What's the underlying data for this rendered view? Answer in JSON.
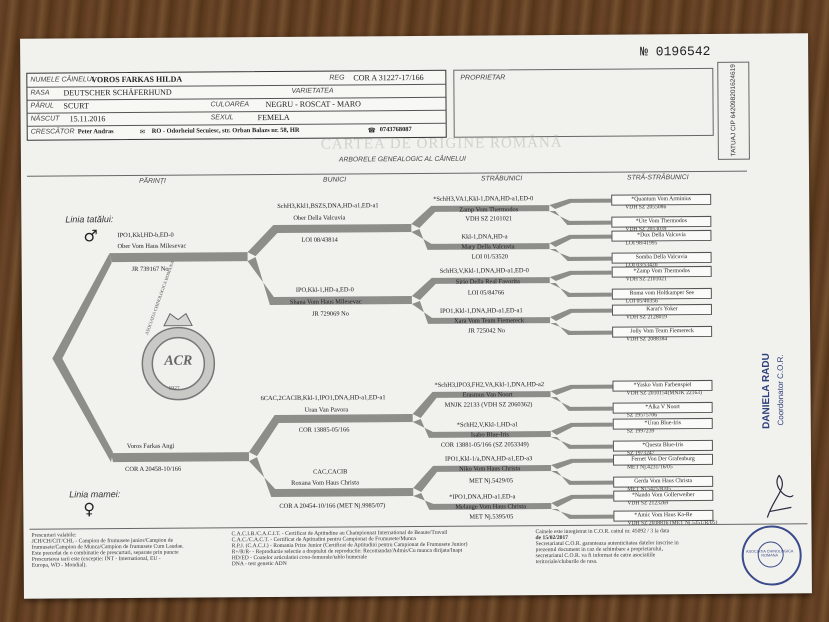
{
  "certificate": {
    "number_prefix": "№",
    "number": "0196542",
    "title": "CARTEA DE ORIGINE ROMÂNĂ",
    "subtitle": "ARBORELE GENEALOGIC AL CÂINELUI",
    "tatuaj_label": "TATUAJ",
    "tatuaj_value": "CIP 642098201624619"
  },
  "fields": {
    "name_label": "NUMELE CÂINELUI",
    "name": "VOROS FARKAS HILDA",
    "reg_label": "REG",
    "reg": "COR A 31227-17/166",
    "rasa_label": "RASA",
    "rasa": "DEUTSCHER SCHÄFERHUND",
    "varietatea_label": "VARIETATEA",
    "parul_label": "PĂRUL",
    "parul": "SCURT",
    "culoarea_label": "CULOAREA",
    "culoarea": "NEGRU - ROSCAT - MARO",
    "nascut_label": "NĂSCUT",
    "nascut": "15.11.2016",
    "sexul_label": "SEXUL",
    "sexul": "FEMELA",
    "crescator_label": "CRESCĂTOR",
    "crescator": "Peter Andras",
    "crescator_address": "RO - Odorheiul Secuiesc, str. Orban Balazs nr. 58, HR",
    "crescator_phone": "0743768087",
    "proprietar_label": "PROPRIETAR"
  },
  "columns": {
    "parinti": "PĂRINȚI",
    "bunici": "BUNICI",
    "strabunici": "STRĂBUNICI",
    "stra_strabunici": "STRĂ-STRĂBUNICI"
  },
  "lines": {
    "tatal": "Linia tatălui:",
    "mamei": "Linia mamei:",
    "male_symbol": "♂",
    "female_symbol": "♀"
  },
  "pedigree": {
    "sire": {
      "titles": "IPO1,Kkl,HD-b,ED-0",
      "name": "Ober Vom Haus Milesevac",
      "reg": "JR 739167 No"
    },
    "dam": {
      "titles": "",
      "name": "Voros Farkas Angi",
      "reg": "COR A 20458-10/166"
    },
    "grandparents": [
      {
        "titles": "SchH3,Kkl1,BSZS,DNA,HD-a1,ED-a1",
        "name": "Ober Della Valcuvia",
        "reg": "LOI 08/43814"
      },
      {
        "titles": "IPO,Kkl-1,HD-a,ED-0",
        "name": "Shana Vom Haus Milesevac",
        "reg": "JR 729069 No"
      },
      {
        "titles": "6CAC,2CACIB,Kkl-1,IPO1,DNA,HD-a1,ED-a1",
        "name": "Uran Van Pavora",
        "reg": "COR 13885-05/166"
      },
      {
        "titles": "CAC,CACIB",
        "name": "Roxana Vom Haus Christa",
        "reg": "COR A 20454-10/166 (MET Nj.9985/07)"
      }
    ],
    "great_grandparents": [
      {
        "titles": "*SchH3,VA1,Kkl-1,DNA,HD-a1,ED-0",
        "name": "Zamp Vom Thermodos",
        "reg": "VDH SZ 2101021"
      },
      {
        "titles": "Kkl-1,DNA,HD-a",
        "name": "Mary Della Valcuvia",
        "reg": "LOI 01/53520"
      },
      {
        "titles": "SchH3,V,Kkl-1,DNA,HD-a1,ED-0",
        "name": "Sirio Della Real Favorita",
        "reg": "LOI 05/84766"
      },
      {
        "titles": "IPO1,Kkl-1,DNA,HD-a1,ED-a1",
        "name": "Xara Vom Team Fiemereck",
        "reg": "JR 725042 No"
      },
      {
        "titles": "*SchH3,IPO3,FH2,VA,Kkl-1,DNA,HD-a2",
        "name": "Erasmus Van Noort",
        "reg": "MNJK 22133 (VDH SZ 2060362)"
      },
      {
        "titles": "*SchH2,V,Kkl-1,HD-a1",
        "name": "Isabo Blue-Iris",
        "reg": "COR 13881-05/166 (SZ 2053349)"
      },
      {
        "titles": "IPO1,Kkl-1/a,DNA,HD-a1,ED-a3",
        "name": "Niko Vom Haus Christa",
        "reg": "MET Nj.5429/05"
      },
      {
        "titles": "*IPO1,DNA,HD-a1,ED-a",
        "name": "Melange Vom Haus Christa",
        "reg": "MET Nj.5395/05"
      }
    ],
    "great_great_grandparents": [
      {
        "name": "*Quantum Vom Arminius",
        "reg": "VDH SZ 2055086"
      },
      {
        "name": "*Ute Vom Thermodos",
        "reg": "VDH SZ 2053039"
      },
      {
        "name": "*Dux Della Valcuvia",
        "reg": "LOI 98/41995"
      },
      {
        "name": "Somba Della Valcuvia",
        "reg": "LOI 03/53420"
      },
      {
        "name": "*Zamp Vom Thermodos",
        "reg": "VDH SZ 2101021"
      },
      {
        "name": "Roma vom Holtkamper See",
        "reg": "LOI 05/40356"
      },
      {
        "name": "Karat's Yoker",
        "reg": "VDH SZ 2128019"
      },
      {
        "name": "Jolly Vom Team Fiemereck",
        "reg": "VDH SZ 2088384"
      },
      {
        "name": "*Yasko Vom Farbenspiel",
        "reg": "VDH SZ 2010154(MNJK 22163)"
      },
      {
        "name": "*Alka V Noort",
        "reg": "SZ 19575706"
      },
      {
        "name": "*Uran Blue-Iris",
        "reg": "SZ 1997239"
      },
      {
        "name": "*Questa Blue-Iris",
        "reg": "SZ 1973247"
      },
      {
        "name": "Fernet Von Der Grafenburg",
        "reg": "MET Nj.4231/16/05"
      },
      {
        "name": "Gerda Vom Haus Christa",
        "reg": "MET Nj.5425/R/05"
      },
      {
        "name": "*Nando Vom Gollerweiher",
        "reg": "VDH SZ 2123269"
      },
      {
        "name": "*Amic Vom Haus Ka-Re",
        "reg": "VDH SZ 2038816 (MET Nj.5351/R/05)"
      }
    ]
  },
  "seal": {
    "ring_text": "ASOCIATIA CHINOLOGICA ROMANA",
    "initials": "ACR",
    "year": "1927"
  },
  "signature": {
    "name": "DANIELA RADU",
    "role": "Coordonator C.O.R."
  },
  "footer": {
    "left_title": "Prescurtari valabile:",
    "left_lines": [
      "JCH/CH/CIT/CHL - Campion de frumusete junior/Campion de",
      "frumusete/Campion de Munca/Campion de frumusete Cum Laudae.",
      "Este precedat de o combinatie de prescurtari, separate prin puncte",
      "Prescurtarea tarii este (exceptie: INT - International, EU -",
      "Europa, WD - Mondial)."
    ],
    "mid_lines": [
      "C.A.C.I.B./C.A.C.I.T. - Certificat de Aptitudine au Championnat International de Beaute/Travail",
      "C.A.C./C.A.C.T. - Certificat de Aptitudini pentru Campionat de Frumusete/Munca",
      "R.P.J. (C.A.C.J.) - Romania Prize Junior (Certificat de Aptitudini pentru Campionat de Frumusete Junior)",
      "R+/R/R- - Reproductie selectie a dreptului de reproductie: Recomandat/Admis/Cu munca dirijata/Inapt",
      "HD/ED - Coatelor articulatiei coxo-femurale/tablo humerale",
      "DNA - test genetic ADN"
    ],
    "right_lines": [
      "Cainele este inregistrat in C.O.R. caitul nr. 45092 / 3 la data",
      "de 15/02/2017",
      "Secretariatul C.O.R. garanteaza autenticitatea datelor inscrise in",
      "prezentul document in caz de schimbare a proprietarului,",
      "secretariatul C.O.R. va fi informat de catre asociatiile",
      "teritoriale/cluburile de rasa."
    ],
    "stamp_text": "ASOCIATIA CHINOLOGICA ROMANA"
  }
}
